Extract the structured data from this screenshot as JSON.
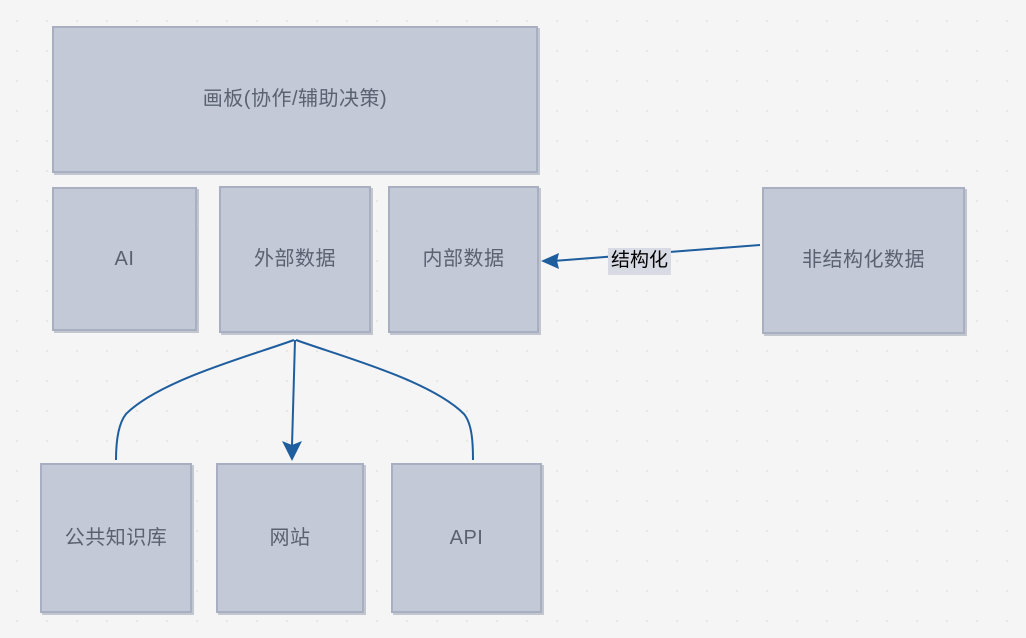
{
  "diagram": {
    "title_node": {
      "label": "画板(协作/辅助决策)"
    },
    "nodes": [
      {
        "id": "canvas-board",
        "label": "画板(协作/辅助决策)"
      },
      {
        "id": "ai",
        "label": "AI"
      },
      {
        "id": "external",
        "label": "外部数据"
      },
      {
        "id": "internal",
        "label": "内部数据"
      },
      {
        "id": "unstructured",
        "label": "非结构化数据"
      },
      {
        "id": "public-kb",
        "label": "公共知识库"
      },
      {
        "id": "website",
        "label": "网站"
      },
      {
        "id": "api",
        "label": "API"
      }
    ],
    "edges": [
      {
        "id": "structuring",
        "label": "结构化",
        "from": "unstructured",
        "to": "internal",
        "arrow": "left"
      },
      {
        "id": "external-to-public-kb",
        "label": "",
        "from": "external",
        "to": "public-kb",
        "arrow": "none"
      },
      {
        "id": "external-to-website",
        "label": "",
        "from": "external",
        "to": "website",
        "arrow": "down"
      },
      {
        "id": "external-to-api",
        "label": "",
        "from": "external",
        "to": "api",
        "arrow": "none"
      }
    ],
    "colors": {
      "node_fill": "#c3c9d6",
      "node_border": "#a8afc0",
      "node_text": "#5a6272",
      "edge_stroke": "#1f5e9e",
      "edge_label_bg": "#d8dbe3",
      "edge_label_text": "#000000",
      "canvas_background": "#f5f5f5",
      "grid_dot": "#e6e6e6"
    }
  }
}
